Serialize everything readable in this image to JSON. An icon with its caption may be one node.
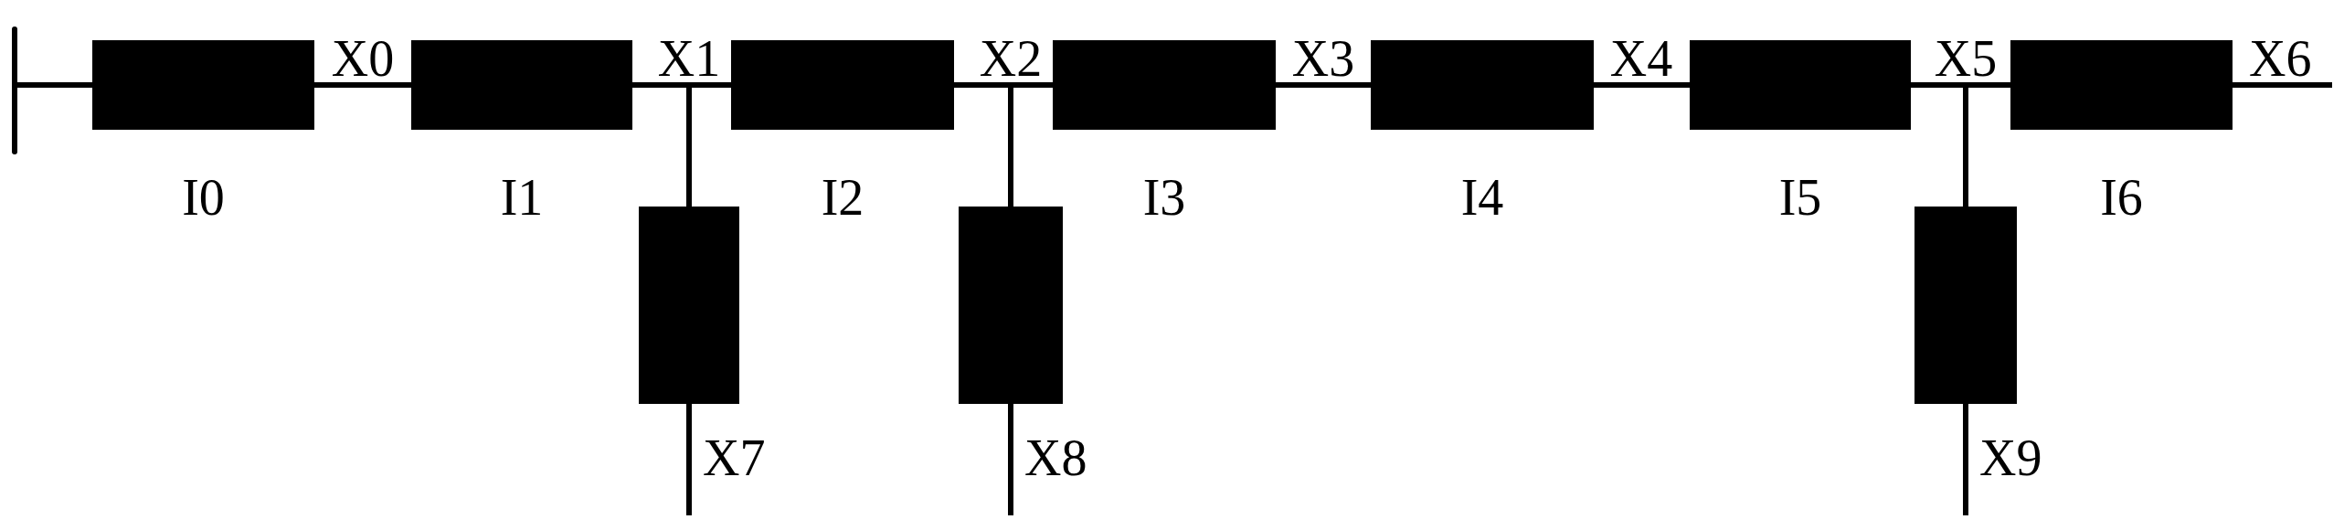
{
  "diagram": {
    "nodes": [
      {
        "text": [],
        "shape": "bar"
      },
      {
        "text": [],
        "shape": "box",
        "beside": [
          "I0"
        ]
      },
      {
        "text": [],
        "shape": "box",
        "beside": [
          "I1"
        ]
      },
      {
        "text": [],
        "shape": "box",
        "beside": [
          "I2"
        ]
      },
      {
        "text": [],
        "shape": "box",
        "beside": [
          "I3"
        ]
      },
      {
        "text": [],
        "shape": "box",
        "beside": [
          "I4"
        ]
      },
      {
        "text": [],
        "shape": "box",
        "beside": [
          "I5"
        ]
      },
      {
        "text": [],
        "shape": "box",
        "beside": [
          "I6"
        ]
      },
      {
        "text": [],
        "shape": "box"
      },
      {
        "text": [],
        "shape": "box"
      },
      {
        "text": [],
        "shape": "box"
      },
      {
        "text": [
          "X0"
        ]
      },
      {
        "text": [
          "X1"
        ]
      },
      {
        "text": [
          "X2"
        ]
      },
      {
        "text": [
          "X3"
        ]
      },
      {
        "text": [
          "X4"
        ]
      },
      {
        "text": [
          "X5"
        ]
      },
      {
        "text": [
          "X6"
        ]
      },
      {
        "text": [
          "X7"
        ]
      },
      {
        "text": [
          "X8"
        ]
      },
      {
        "text": [
          "X9"
        ]
      }
    ],
    "edges": [
      {
        "from": 0,
        "to": 1,
        "arrow": "none"
      },
      {
        "from": 1,
        "to": 11,
        "arrow": "none"
      },
      {
        "from": 11,
        "to": 2,
        "arrow": "none"
      },
      {
        "from": 2,
        "to": 12,
        "arrow": "none"
      },
      {
        "from": 12,
        "to": 3,
        "arrow": "none"
      },
      {
        "from": 12,
        "to": 8,
        "arrow": "none"
      },
      {
        "from": 3,
        "to": 13,
        "arrow": "none"
      },
      {
        "from": 13,
        "to": 4,
        "arrow": "none"
      },
      {
        "from": 13,
        "to": 9,
        "arrow": "none"
      },
      {
        "from": 4,
        "to": 14,
        "arrow": "none"
      },
      {
        "from": 14,
        "to": 5,
        "arrow": "none"
      },
      {
        "from": 5,
        "to": 15,
        "arrow": "none"
      },
      {
        "from": 15,
        "to": 6,
        "arrow": "none"
      },
      {
        "from": 6,
        "to": 16,
        "arrow": "none"
      },
      {
        "from": 16,
        "to": 7,
        "arrow": "none"
      },
      {
        "from": 16,
        "to": 10,
        "arrow": "none"
      },
      {
        "from": 7,
        "to": 17,
        "arrow": "none"
      },
      {
        "from": 8,
        "to": 18,
        "arrow": "none"
      },
      {
        "from": 9,
        "to": 19,
        "arrow": "none"
      },
      {
        "from": 10,
        "to": 20,
        "arrow": "none"
      }
    ]
  }
}
